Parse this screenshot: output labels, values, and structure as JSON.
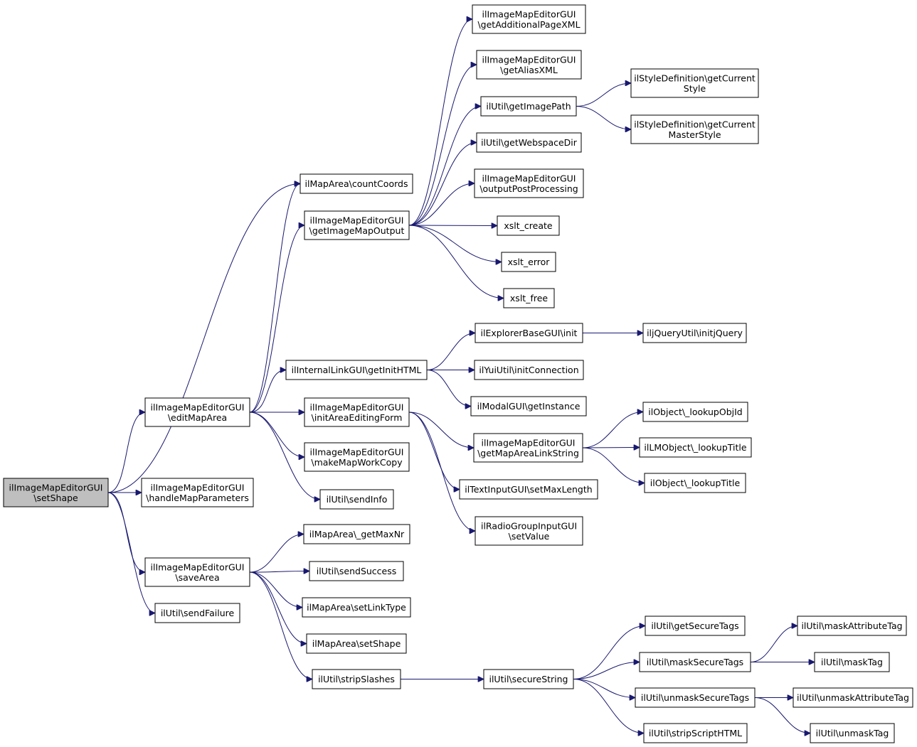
{
  "colors": {
    "edge": "#191970",
    "root_fill": "#bfbfbf",
    "node_fill": "#ffffff",
    "border": "#000000"
  },
  "nodes": [
    {
      "id": "setShape",
      "lines": [
        "ilImageMapEditorGUI",
        "\\setShape"
      ],
      "root": true
    },
    {
      "id": "editMapArea",
      "lines": [
        "ilImageMapEditorGUI",
        "\\editMapArea"
      ]
    },
    {
      "id": "handleMapParameters",
      "lines": [
        "ilImageMapEditorGUI",
        "\\handleMapParameters"
      ]
    },
    {
      "id": "saveArea",
      "lines": [
        "ilImageMapEditorGUI",
        "\\saveArea"
      ]
    },
    {
      "id": "sendFailure",
      "lines": [
        "ilUtil\\sendFailure"
      ]
    },
    {
      "id": "countCoords",
      "lines": [
        "ilMapArea\\countCoords"
      ]
    },
    {
      "id": "getImageMapOutput",
      "lines": [
        "ilImageMapEditorGUI",
        "\\getImageMapOutput"
      ]
    },
    {
      "id": "getInitHTML",
      "lines": [
        "ilInternalLinkGUI\\getInitHTML"
      ]
    },
    {
      "id": "initAreaEditingForm",
      "lines": [
        "ilImageMapEditorGUI",
        "\\initAreaEditingForm"
      ]
    },
    {
      "id": "makeMapWorkCopy",
      "lines": [
        "ilImageMapEditorGUI",
        "\\makeMapWorkCopy"
      ]
    },
    {
      "id": "sendInfo",
      "lines": [
        "ilUtil\\sendInfo"
      ]
    },
    {
      "id": "getMaxNr",
      "lines": [
        "ilMapArea\\_getMaxNr"
      ]
    },
    {
      "id": "sendSuccess",
      "lines": [
        "ilUtil\\sendSuccess"
      ]
    },
    {
      "id": "setLinkType",
      "lines": [
        "ilMapArea\\setLinkType"
      ]
    },
    {
      "id": "mapAreaSetShape",
      "lines": [
        "ilMapArea\\setShape"
      ]
    },
    {
      "id": "stripSlashes",
      "lines": [
        "ilUtil\\stripSlashes"
      ]
    },
    {
      "id": "getAdditionalPageXML",
      "lines": [
        "ilImageMapEditorGUI",
        "\\getAdditionalPageXML"
      ]
    },
    {
      "id": "getAliasXML",
      "lines": [
        "ilImageMapEditorGUI",
        "\\getAliasXML"
      ]
    },
    {
      "id": "getImagePath",
      "lines": [
        "ilUtil\\getImagePath"
      ]
    },
    {
      "id": "getWebspaceDir",
      "lines": [
        "ilUtil\\getWebspaceDir"
      ]
    },
    {
      "id": "outputPostProcessing",
      "lines": [
        "ilImageMapEditorGUI",
        "\\outputPostProcessing"
      ]
    },
    {
      "id": "xsltCreate",
      "lines": [
        "xslt_create"
      ]
    },
    {
      "id": "xsltError",
      "lines": [
        "xslt_error"
      ]
    },
    {
      "id": "xsltFree",
      "lines": [
        "xslt_free"
      ]
    },
    {
      "id": "explorerInit",
      "lines": [
        "ilExplorerBaseGUI\\init"
      ]
    },
    {
      "id": "initConnection",
      "lines": [
        "ilYuiUtil\\initConnection"
      ]
    },
    {
      "id": "getInstance",
      "lines": [
        "ilModalGUI\\getInstance"
      ]
    },
    {
      "id": "getMapAreaLinkString",
      "lines": [
        "ilImageMapEditorGUI",
        "\\getMapAreaLinkString"
      ]
    },
    {
      "id": "setMaxLength",
      "lines": [
        "ilTextInputGUI\\setMaxLength"
      ]
    },
    {
      "id": "radioSetValue",
      "lines": [
        "ilRadioGroupInputGUI",
        "\\setValue"
      ]
    },
    {
      "id": "secureString",
      "lines": [
        "ilUtil\\secureString"
      ]
    },
    {
      "id": "getCurrentStyle",
      "lines": [
        "ilStyleDefinition\\getCurrent",
        "Style"
      ]
    },
    {
      "id": "getCurrentMasterStyle",
      "lines": [
        "ilStyleDefinition\\getCurrent",
        "MasterStyle"
      ]
    },
    {
      "id": "initjQuery",
      "lines": [
        "iljQueryUtil\\initjQuery"
      ]
    },
    {
      "id": "lookupObjId",
      "lines": [
        "ilObject\\_lookupObjId"
      ]
    },
    {
      "id": "lmLookupTitle",
      "lines": [
        "ilLMObject\\_lookupTitle"
      ]
    },
    {
      "id": "objLookupTitle",
      "lines": [
        "ilObject\\_lookupTitle"
      ]
    },
    {
      "id": "getSecureTags",
      "lines": [
        "ilUtil\\getSecureTags"
      ]
    },
    {
      "id": "maskSecureTags",
      "lines": [
        "ilUtil\\maskSecureTags"
      ]
    },
    {
      "id": "unmaskSecureTags",
      "lines": [
        "ilUtil\\unmaskSecureTags"
      ]
    },
    {
      "id": "stripScriptHTML",
      "lines": [
        "ilUtil\\stripScriptHTML"
      ]
    },
    {
      "id": "maskAttributeTag",
      "lines": [
        "ilUtil\\maskAttributeTag"
      ]
    },
    {
      "id": "maskTag",
      "lines": [
        "ilUtil\\maskTag"
      ]
    },
    {
      "id": "unmaskAttributeTag",
      "lines": [
        "ilUtil\\unmaskAttributeTag"
      ]
    },
    {
      "id": "unmaskTag",
      "lines": [
        "ilUtil\\unmaskTag"
      ]
    }
  ],
  "edges": [
    [
      "setShape",
      "countCoords"
    ],
    [
      "setShape",
      "editMapArea"
    ],
    [
      "setShape",
      "handleMapParameters"
    ],
    [
      "setShape",
      "saveArea"
    ],
    [
      "setShape",
      "sendFailure"
    ],
    [
      "editMapArea",
      "countCoords"
    ],
    [
      "editMapArea",
      "getImageMapOutput"
    ],
    [
      "editMapArea",
      "getInitHTML"
    ],
    [
      "editMapArea",
      "initAreaEditingForm"
    ],
    [
      "editMapArea",
      "makeMapWorkCopy"
    ],
    [
      "editMapArea",
      "sendInfo"
    ],
    [
      "getImageMapOutput",
      "getAdditionalPageXML"
    ],
    [
      "getImageMapOutput",
      "getAliasXML"
    ],
    [
      "getImageMapOutput",
      "getImagePath"
    ],
    [
      "getImageMapOutput",
      "getWebspaceDir"
    ],
    [
      "getImageMapOutput",
      "outputPostProcessing"
    ],
    [
      "getImageMapOutput",
      "xsltCreate"
    ],
    [
      "getImageMapOutput",
      "xsltError"
    ],
    [
      "getImageMapOutput",
      "xsltFree"
    ],
    [
      "getImagePath",
      "getCurrentStyle"
    ],
    [
      "getImagePath",
      "getCurrentMasterStyle"
    ],
    [
      "getInitHTML",
      "explorerInit"
    ],
    [
      "getInitHTML",
      "initConnection"
    ],
    [
      "getInitHTML",
      "getInstance"
    ],
    [
      "explorerInit",
      "initjQuery"
    ],
    [
      "initAreaEditingForm",
      "getMapAreaLinkString"
    ],
    [
      "initAreaEditingForm",
      "setMaxLength"
    ],
    [
      "initAreaEditingForm",
      "radioSetValue"
    ],
    [
      "getMapAreaLinkString",
      "lookupObjId"
    ],
    [
      "getMapAreaLinkString",
      "lmLookupTitle"
    ],
    [
      "getMapAreaLinkString",
      "objLookupTitle"
    ],
    [
      "saveArea",
      "getMaxNr"
    ],
    [
      "saveArea",
      "sendSuccess"
    ],
    [
      "saveArea",
      "setLinkType"
    ],
    [
      "saveArea",
      "mapAreaSetShape"
    ],
    [
      "saveArea",
      "stripSlashes"
    ],
    [
      "stripSlashes",
      "secureString"
    ],
    [
      "secureString",
      "getSecureTags"
    ],
    [
      "secureString",
      "maskSecureTags"
    ],
    [
      "secureString",
      "unmaskSecureTags"
    ],
    [
      "secureString",
      "stripScriptHTML"
    ],
    [
      "maskSecureTags",
      "maskAttributeTag"
    ],
    [
      "maskSecureTags",
      "maskTag"
    ],
    [
      "unmaskSecureTags",
      "unmaskAttributeTag"
    ],
    [
      "unmaskSecureTags",
      "unmaskTag"
    ]
  ]
}
